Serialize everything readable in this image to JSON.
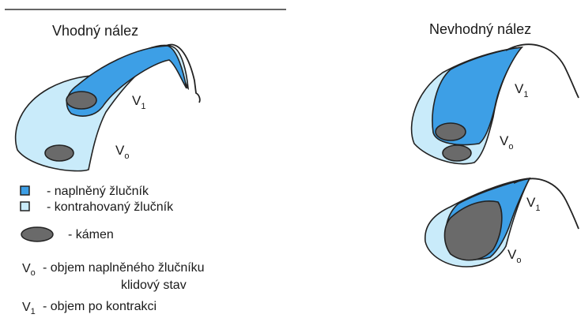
{
  "headings": {
    "suitable": "Vhodný nález",
    "unsuitable": "Nevhodný nález"
  },
  "labels": {
    "v_letter": "V",
    "sub_one": "1",
    "sub_zero": "o"
  },
  "legend": {
    "filled": "- naplněný žlučník",
    "contracted": "- kontrahovaný žlučník",
    "stone": "- kámen",
    "v0_line1": "- objem naplněného žlučníku",
    "v0_line2": "klidový stav",
    "v1_line": "- objem po kontrakci"
  },
  "colors": {
    "filled": "#3d9fe6",
    "contracted": "#c9ebfa",
    "stone": "#6a6a6a",
    "outline": "#222222"
  }
}
